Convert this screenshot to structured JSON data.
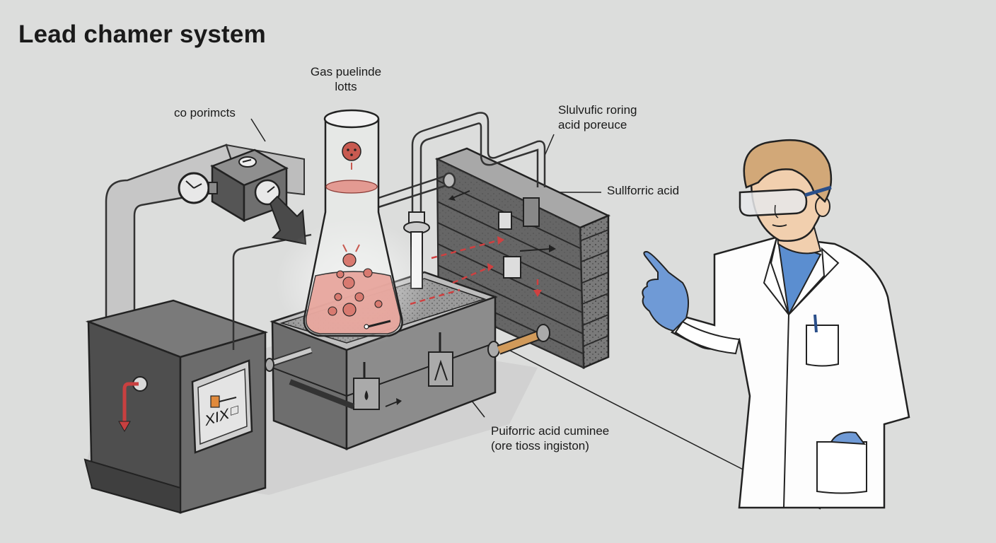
{
  "title": "Lead chamer system",
  "labels": {
    "gas_line1": "Gas puelinde",
    "gas_line2": "lotts",
    "co": "co porimcts",
    "sulf_roring_line1": "Slulvufic roring",
    "sulf_roring_line2": "acid poreuce",
    "sulfforric": "Sullforric acid",
    "puif_line1": "Puiforric acid cuminee",
    "puif_line2": "(ore tioss ingiston)"
  },
  "panel_text": "XIX",
  "panel_small": "□",
  "colors": {
    "background": "#dcdddc",
    "machine_dark": "#5a5a5a",
    "machine_mid": "#8a8a8a",
    "pipe": "#c9c9c9",
    "acid": "#e8a39a",
    "acid_dark": "#c85a50",
    "arrow_red": "#d04040",
    "brick": "#6a6a6a",
    "glove": "#6f9ad6",
    "shirt": "#5b8ed0",
    "hair": "#d2a878",
    "skin": "#f1cfae",
    "copper": "#d19a5a"
  },
  "icons": [
    "pressure-gauge-icon",
    "arrow-down-icon",
    "drop-icon",
    "goggles-icon"
  ]
}
